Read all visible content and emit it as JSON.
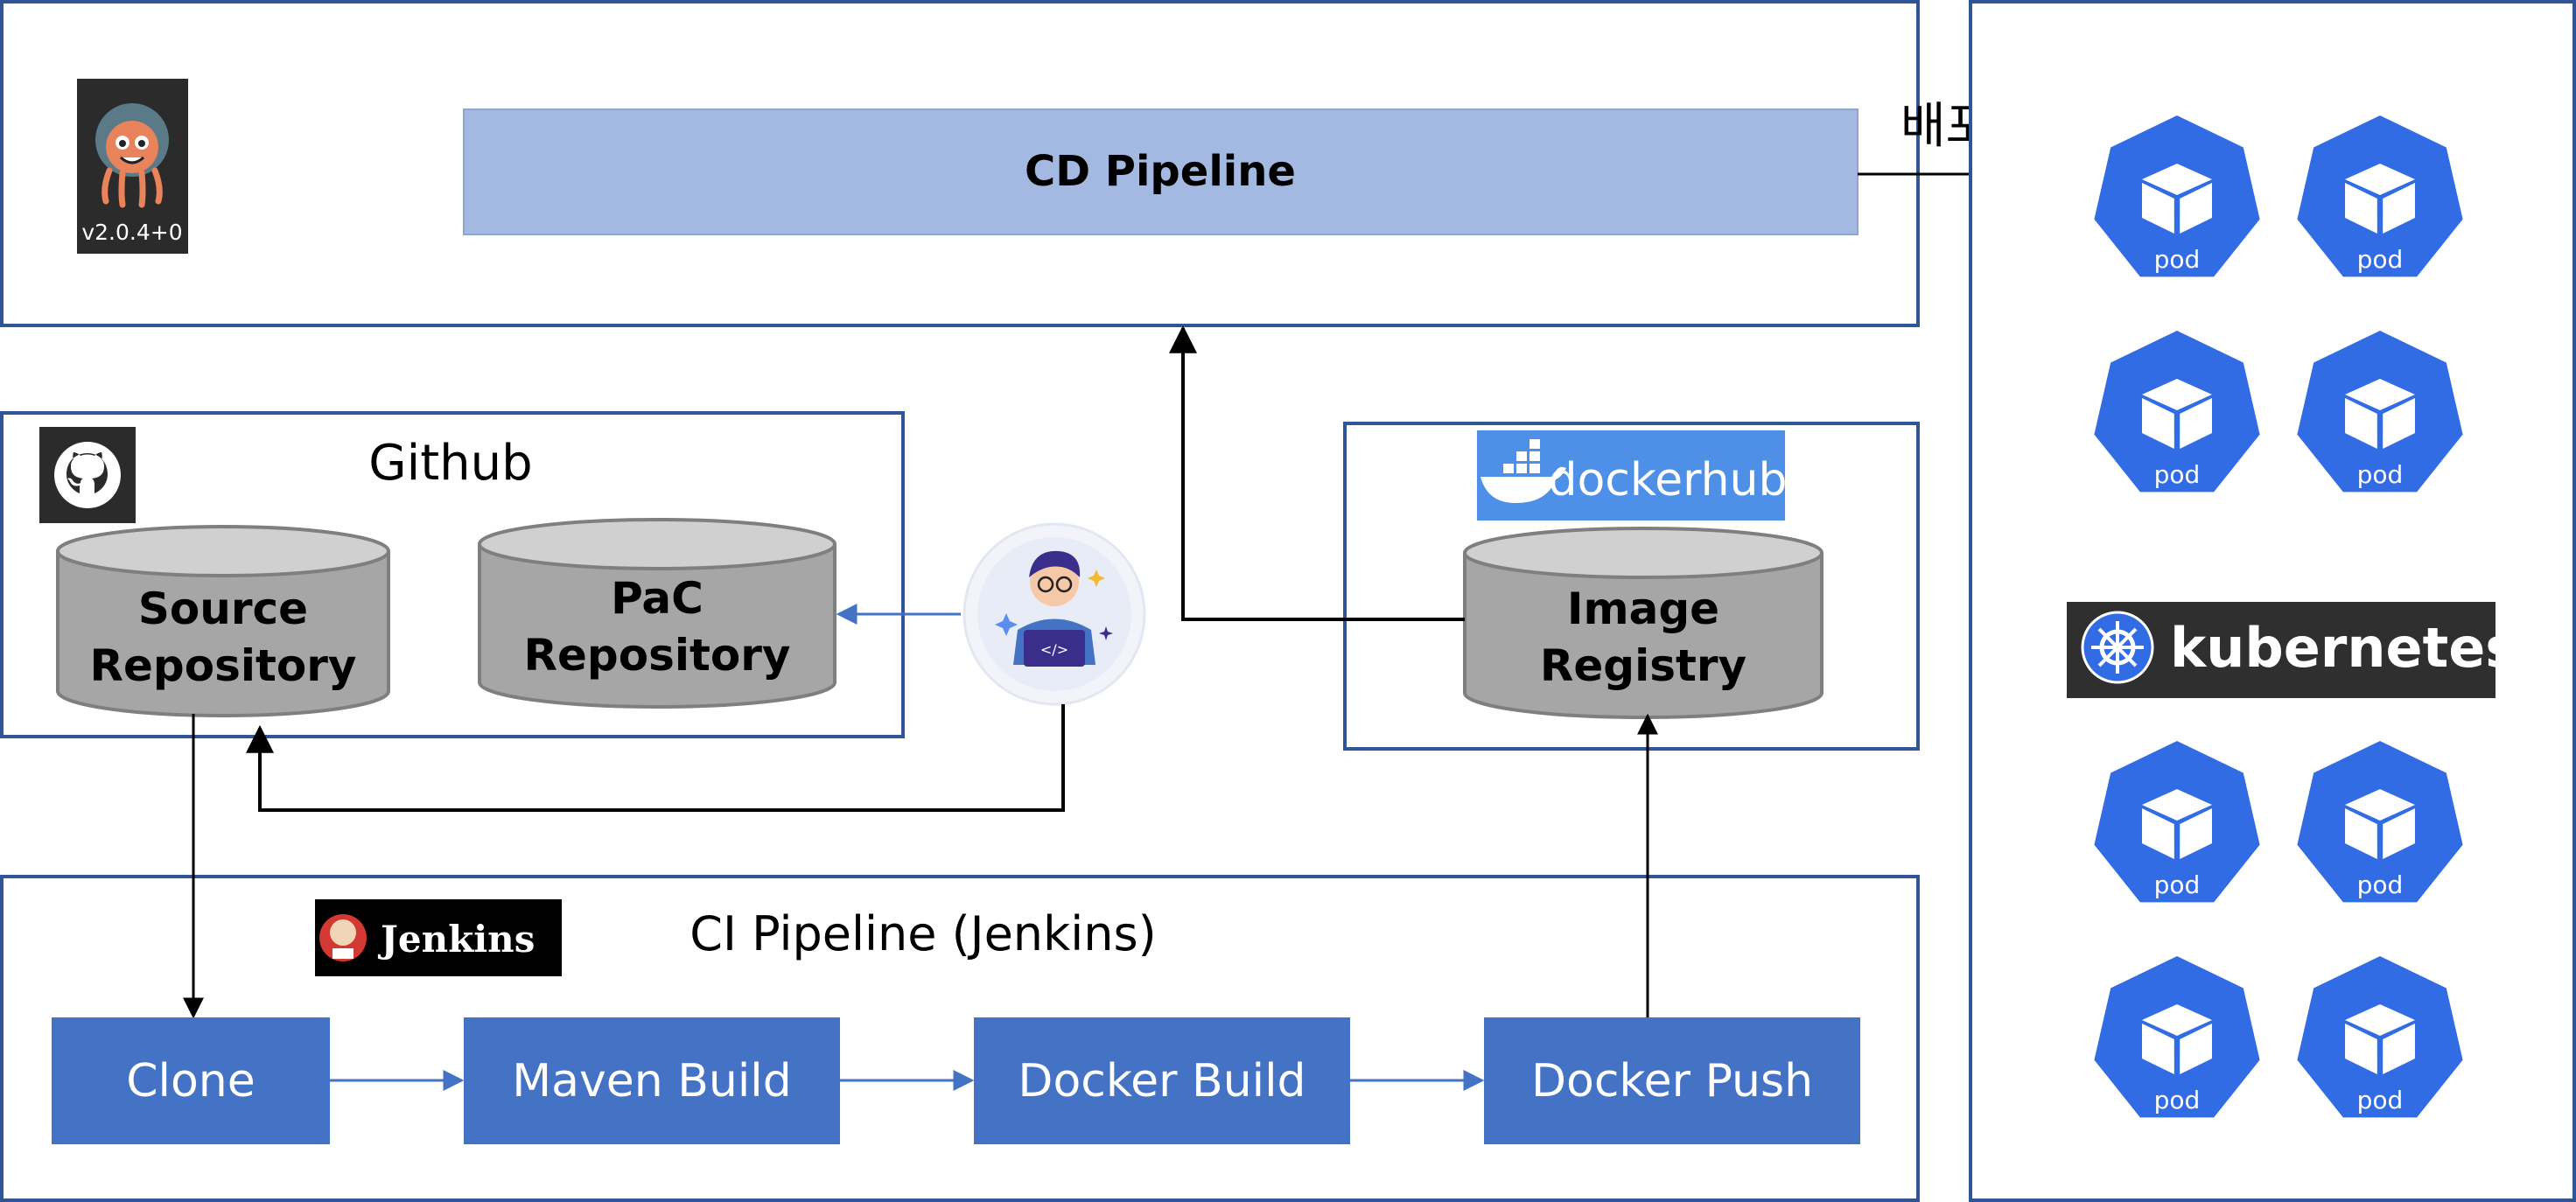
{
  "cd": {
    "pipeline_label": "CD Pipeline",
    "argo_version": "v2.0.4+0",
    "deploy_label": "배포"
  },
  "github": {
    "title": "Github",
    "source_repo": [
      "Source",
      "Repository"
    ],
    "pac_repo": [
      "PaC",
      "Repository"
    ]
  },
  "registry": {
    "logo_text": "dockerhub",
    "image_registry": [
      "Image",
      "Registry"
    ]
  },
  "ci": {
    "title": "CI Pipeline (Jenkins)",
    "jenkins_logo": "Jenkins",
    "steps": [
      "Clone",
      "Maven Build",
      "Docker Build",
      "Docker Push"
    ]
  },
  "cluster": {
    "logo_text": "kubernetes",
    "pod_label": "pod",
    "pod_count": 8
  },
  "colors": {
    "frame": "#2F5597",
    "step_fill": "#4472C4",
    "cd_bar": "#A4B9E1",
    "cylinder": "#A6A6A6",
    "cylinder_top": "#D0D0D0",
    "pod": "#326CE5",
    "docker_blue": "#4E8FE8",
    "k8s_bg": "#2F2F2F"
  }
}
